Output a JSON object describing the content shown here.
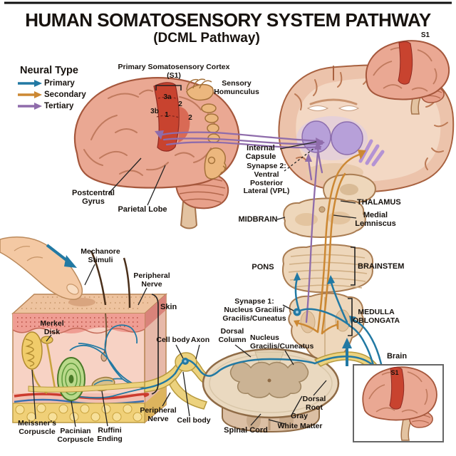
{
  "title": "HUMAN SOMATOSENSORY SYSTEM PATHWAY",
  "subtitle": "(DCML Pathway)",
  "legend": {
    "title": "Neural Type",
    "items": [
      {
        "label": "Primary",
        "color": "#2279a3"
      },
      {
        "label": "Secondary",
        "color": "#cc8833"
      },
      {
        "label": "Tertiary",
        "color": "#8f6cab"
      }
    ]
  },
  "colors": {
    "primary_blue": "#2279a3",
    "secondary_orange": "#cc8833",
    "tertiary_purple": "#8f6cab",
    "cortex_red": "#c8432f",
    "thalamus_purple": "#b7a0d9"
  },
  "labels": {
    "s1_top": "S1",
    "cortex": "Primary Somatosensory Cortex\n(S1)",
    "homunculus": "Sensory\nHomunculus",
    "region_3a": "3a",
    "region_3b": "3b",
    "region_1": "1",
    "region_2a": "2",
    "region_2b": "2",
    "postcentral_gyrus": "Postcentral\nGyrus",
    "parietal_lobe": "Parietal Lobe",
    "internal_capsule": "Internal\nCapsule",
    "synapse2": "Synapse 2:\nVentral\nPosterior\nLateral (VPL)",
    "midbrain": "MIDBRAIN",
    "thalamus": "THALAMUS",
    "medial_lemniscus": "Medial\nLemniscus",
    "pons": "PONS",
    "brainstem": "BRAINSTEM",
    "synapse1": "Synapse 1:\nNucleus Gracilis/\nGracilis/Cuneatus",
    "medulla": "MEDULLA\nOBLONGATA",
    "mechano_stimuli": "Mechanore\nStimuli",
    "peripheral_nerve_upper": "Peripheral\nNerve",
    "skin": "Skin",
    "merkel_disk": "Merkel\nDisk",
    "cell_body_upper": "Cell body",
    "axon": "Axon",
    "dorsal_column": "Dorsal\nColumn",
    "nucleus_gracilis": "Nucleus\nGracilis/Cuneatus",
    "meissner": "Meissner's\nCorpuscle",
    "pacinian": "Pacinian\nCorpuscle",
    "ruffini": "Ruffini\nEnding",
    "peripheral_nerve_lower": "Peripheral\nNerve",
    "cell_body_lower": "Cell body",
    "spinal_cord": "Spinal Cord",
    "gray": "Gray",
    "white_matter": "White Matter",
    "dorsal_root": "Dorsal\nRoot",
    "brain_box": "Brain",
    "s1_box": "S1"
  }
}
